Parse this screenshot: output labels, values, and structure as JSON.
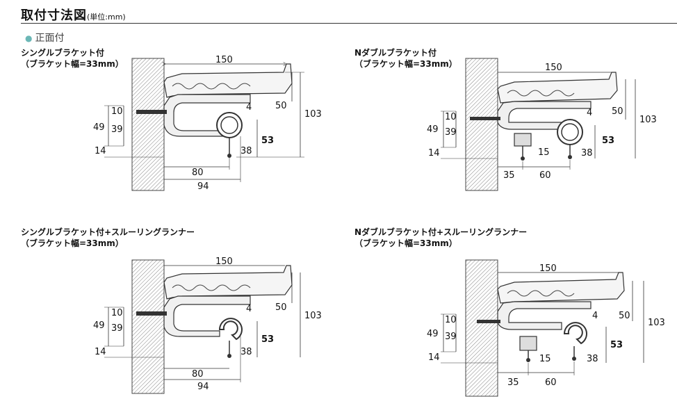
{
  "header": {
    "title": "取付寸法図",
    "unit": "(単位:mm)"
  },
  "section": {
    "label": "正面付"
  },
  "panels": [
    {
      "title_line1": "シングルブラケット付",
      "title_line2": "（ブラケット幅=33mm）",
      "dims": {
        "width": "150",
        "d50": "50",
        "d103": "103",
        "d4": "4",
        "d10": "10",
        "d49": "49",
        "d39": "39",
        "d53": "53",
        "d14": "14",
        "d38": "38",
        "d80": "80",
        "d94": "94"
      }
    },
    {
      "title_line1": "Nダブルブラケット付",
      "title_line2": "（ブラケット幅=33mm）",
      "dims": {
        "width": "150",
        "d50": "50",
        "d103": "103",
        "d4": "4",
        "d10": "10",
        "d49": "49",
        "d39": "39",
        "d53": "53",
        "d14": "14",
        "d15": "15",
        "d38": "38",
        "d35": "35",
        "d60": "60"
      }
    },
    {
      "title_line1": "シングルブラケット付+スルーリングランナー",
      "title_line2": "（ブラケット幅=33mm）",
      "dims": {
        "width": "150",
        "d50": "50",
        "d103": "103",
        "d4": "4",
        "d10": "10",
        "d49": "49",
        "d39": "39",
        "d53": "53",
        "d14": "14",
        "d38": "38",
        "d80": "80",
        "d94": "94"
      }
    },
    {
      "title_line1": "Nダブルブラケット付+スルーリングランナー",
      "title_line2": "（ブラケット幅=33mm）",
      "dims": {
        "width": "150",
        "d50": "50",
        "d103": "103",
        "d4": "4",
        "d10": "10",
        "d49": "49",
        "d39": "39",
        "d53": "53",
        "d14": "14",
        "d15": "15",
        "d38": "38",
        "d35": "35",
        "d60": "60"
      }
    }
  ]
}
